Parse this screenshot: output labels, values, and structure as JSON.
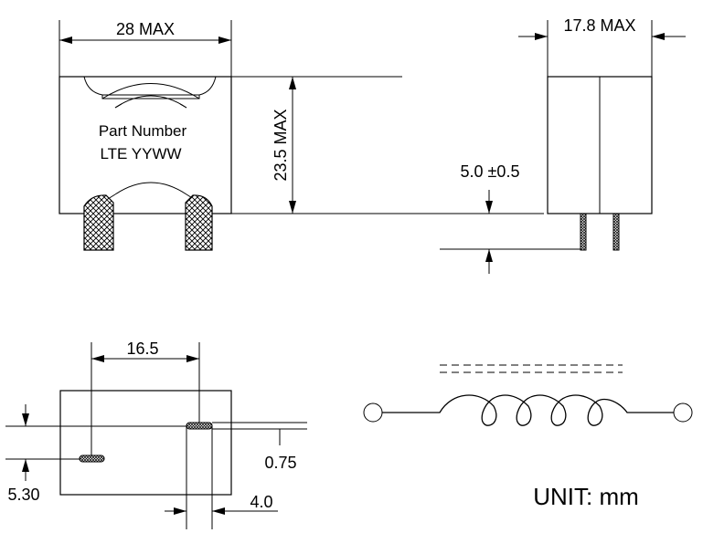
{
  "dimensions": {
    "front_width": "28 MAX",
    "front_height": "23.5 MAX",
    "side_width": "17.8 MAX",
    "pin_length": "5.0 ±0.5",
    "pin_spacing": "16.5",
    "pin_width": "0.75",
    "pin_offset_y": "5.30",
    "pin_offset_x": "4.0"
  },
  "marking": {
    "line1": "Part Number",
    "line2": "LTE YYWW"
  },
  "unit_label": "UNIT: mm",
  "colors": {
    "line": "#000000",
    "background": "#ffffff"
  }
}
